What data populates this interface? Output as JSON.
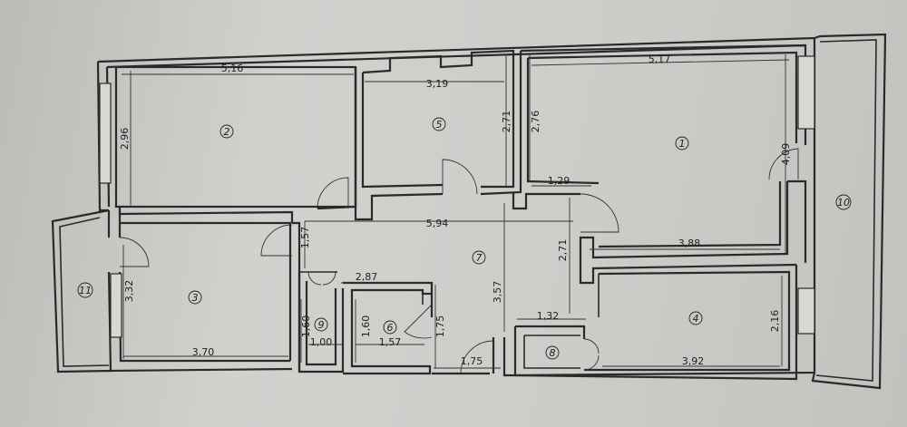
{
  "rooms": {
    "r1": "1",
    "r2": "2",
    "r3": "3",
    "r4": "4",
    "r5": "5",
    "r6": "6",
    "r7": "7",
    "r8": "8",
    "r9": "9",
    "r10": "10",
    "r11": "11"
  },
  "dims": {
    "d_516": "5,16",
    "d_296": "2,96",
    "d_319": "3,19",
    "d_271a": "2,71",
    "d_276": "2,76",
    "d_517": "5,17",
    "d_409": "4,09",
    "d_129": "1,29",
    "d_594": "5,94",
    "d_157a": "1,57",
    "d_388": "3,88",
    "d_271b": "2,71",
    "d_332": "3,32",
    "d_287": "2,87",
    "d_357": "3,57",
    "d_160a": "1,60",
    "d_160b": "1,60",
    "d_175a": "1,75",
    "d_100": "1,00",
    "d_157b": "1,57",
    "d_132": "1,32",
    "d_216": "2,16",
    "d_370": "3,70",
    "d_175b": "1,75",
    "d_392": "3,92"
  }
}
